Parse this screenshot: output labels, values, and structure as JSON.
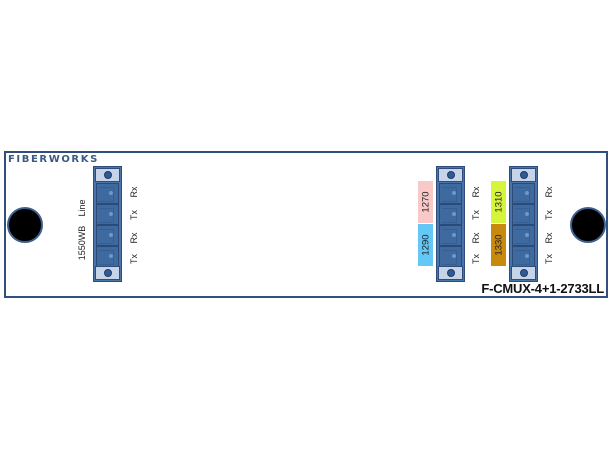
{
  "card": {
    "brand": "FIBERWORKS",
    "model": "F-CMUX-4+1-2733LL",
    "colors": {
      "border": "#2f4f7f",
      "connector": "#4a74a8",
      "cap": "#c7d3e6"
    }
  },
  "left_module": {
    "side_labels": [
      "Line",
      "1550WB"
    ],
    "ports": [
      "Rx",
      "Tx",
      "Rx",
      "Tx"
    ]
  },
  "mid_module": {
    "wavelengths": [
      {
        "label": "1270",
        "color": "#f9c9c9"
      },
      {
        "label": "1290",
        "color": "#63c8f5"
      }
    ],
    "ports": [
      "Rx",
      "Tx",
      "Rx",
      "Tx"
    ]
  },
  "right_module": {
    "wavelengths": [
      {
        "label": "1310",
        "color": "#d4f53a"
      },
      {
        "label": "1330",
        "color": "#c88a0c"
      }
    ],
    "ports": [
      "Rx",
      "Tx",
      "Rx",
      "Tx"
    ]
  }
}
